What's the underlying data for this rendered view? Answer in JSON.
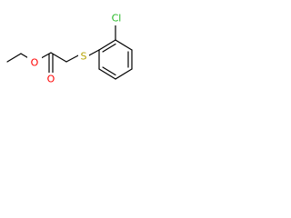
{
  "atoms": {
    "chlorine": {
      "label": "Cl",
      "color": "#23b823"
    },
    "sulfur": {
      "label": "S",
      "color": "#b5a300"
    },
    "oxygen_ester": {
      "label": "O",
      "color": "#ff0000"
    },
    "oxygen_carbonyl": {
      "label": "O",
      "color": "#ff0000"
    }
  },
  "colors": {
    "bond": "#000000",
    "background": "#ffffff"
  }
}
